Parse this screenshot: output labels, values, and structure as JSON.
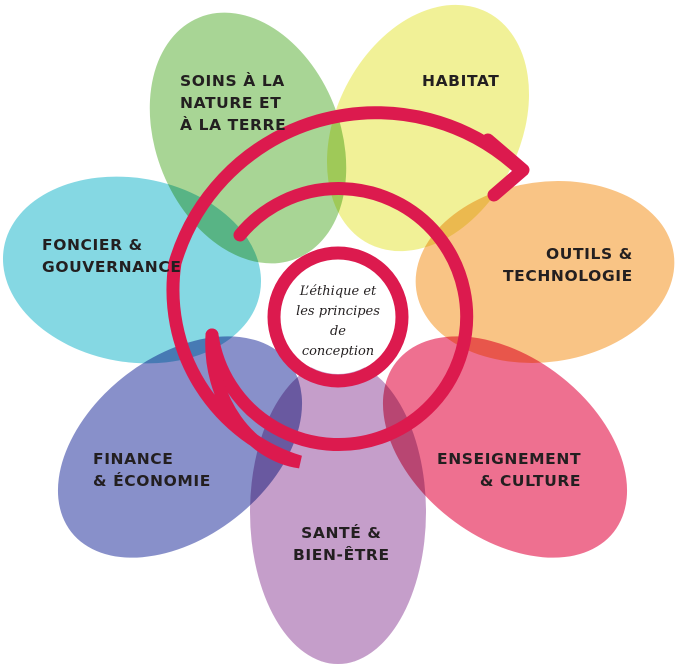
{
  "center": {
    "lines": [
      "L’éthique et",
      "les principes de",
      "conception"
    ]
  },
  "petals": [
    {
      "id": "soins",
      "lines": [
        "SOINS À LA",
        "NATURE ET",
        "À LA TERRE"
      ],
      "color": "#9fd08a"
    },
    {
      "id": "habitat",
      "lines": [
        "HABITAT"
      ],
      "color": "#f0f08c"
    },
    {
      "id": "outils",
      "lines": [
        "OUTILS &",
        "TECHNOLOGIE"
      ],
      "color": "#f8be78"
    },
    {
      "id": "enseignement",
      "lines": [
        "ENSEIGNEMENT",
        "& CULTURE"
      ],
      "color": "#ec6084"
    },
    {
      "id": "sante",
      "lines": [
        "SANTÉ &",
        "BIEN-ÊTRE"
      ],
      "color": "#bf94c4"
    },
    {
      "id": "finance",
      "lines": [
        "FINANCE",
        "& ÉCONOMIE"
      ],
      "color": "#7b84c4"
    },
    {
      "id": "foncier",
      "lines": [
        "FONCIER &",
        "GOUVERNANCE"
      ],
      "color": "#78d4e0"
    }
  ],
  "spiral_color": "#dc1a4e"
}
